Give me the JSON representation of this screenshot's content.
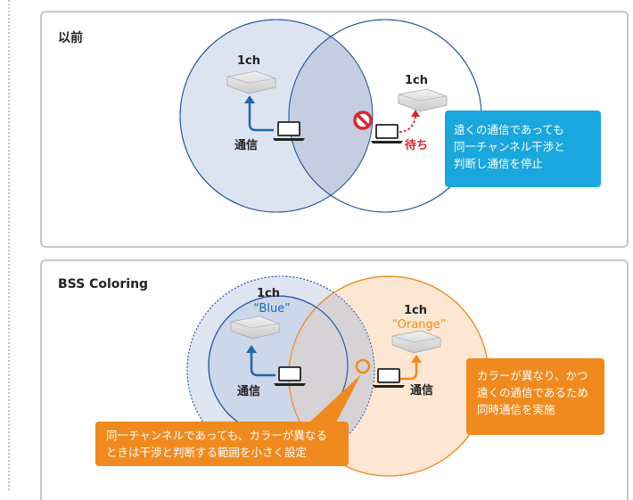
{
  "before": {
    "title": "以前",
    "ap_left_channel": "1ch",
    "ap_right_channel": "1ch",
    "left_label": "通信",
    "wait_label": "待ち",
    "callout_lines": [
      "遠くの通信であっても",
      "同一チャンネル干渉と",
      "判断し通信を停止"
    ]
  },
  "bss": {
    "title": "BSS Coloring",
    "ap_left_channel": "1ch",
    "ap_left_color": "“Blue”",
    "ap_right_channel": "1ch",
    "ap_right_color": "“Orange”",
    "left_label": "通信",
    "right_label": "通信",
    "callout_right_lines": [
      "カラーが異なり、かつ",
      "遠くの通信であるため",
      "同時通信を実施"
    ],
    "callout_bottom_lines": [
      "同一チャンネルであっても、カラーが異なる",
      "ときは干渉と判断する範囲を小さく設定"
    ]
  },
  "colors": {
    "blue_accent": "#1f66b3",
    "orange_accent": "#f08a1e",
    "red_wait": "#d6282f",
    "cyan_callout": "#1aa7dd",
    "panel_border": "#c3c8cc"
  },
  "icons": [
    "access-point-icon",
    "laptop-icon",
    "prohibited-icon",
    "collision-ring-icon"
  ]
}
